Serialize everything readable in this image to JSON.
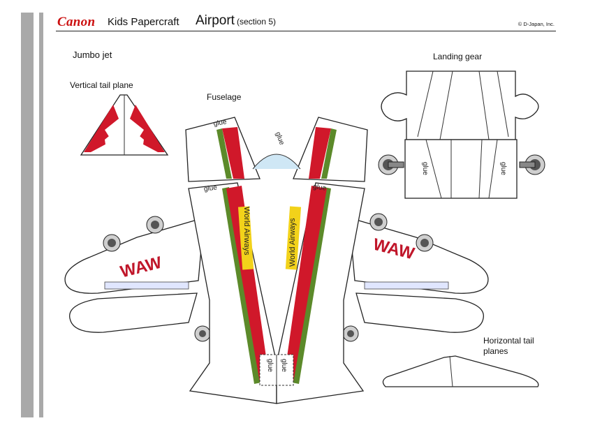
{
  "header": {
    "brand": "Canon",
    "product": "Kids Papercraft",
    "title": "Airport",
    "subtitle": "(section 5)",
    "copyright": "© D-Japan, Inc."
  },
  "labels": {
    "model": "Jumbo jet",
    "vertical_tail": "Vertical tail plane",
    "fuselage": "Fuselage",
    "landing_gear": "Landing gear",
    "horizontal_tail": "Horizontal tail planes"
  },
  "markings": {
    "glue": "glue",
    "wing_logo": "WAW",
    "airline": "World Airways"
  },
  "colors": {
    "brand_red": "#cc1010",
    "livery_red": "#d0182a",
    "livery_green": "#5c8a2a",
    "airline_highlight": "#f2d21a"
  }
}
